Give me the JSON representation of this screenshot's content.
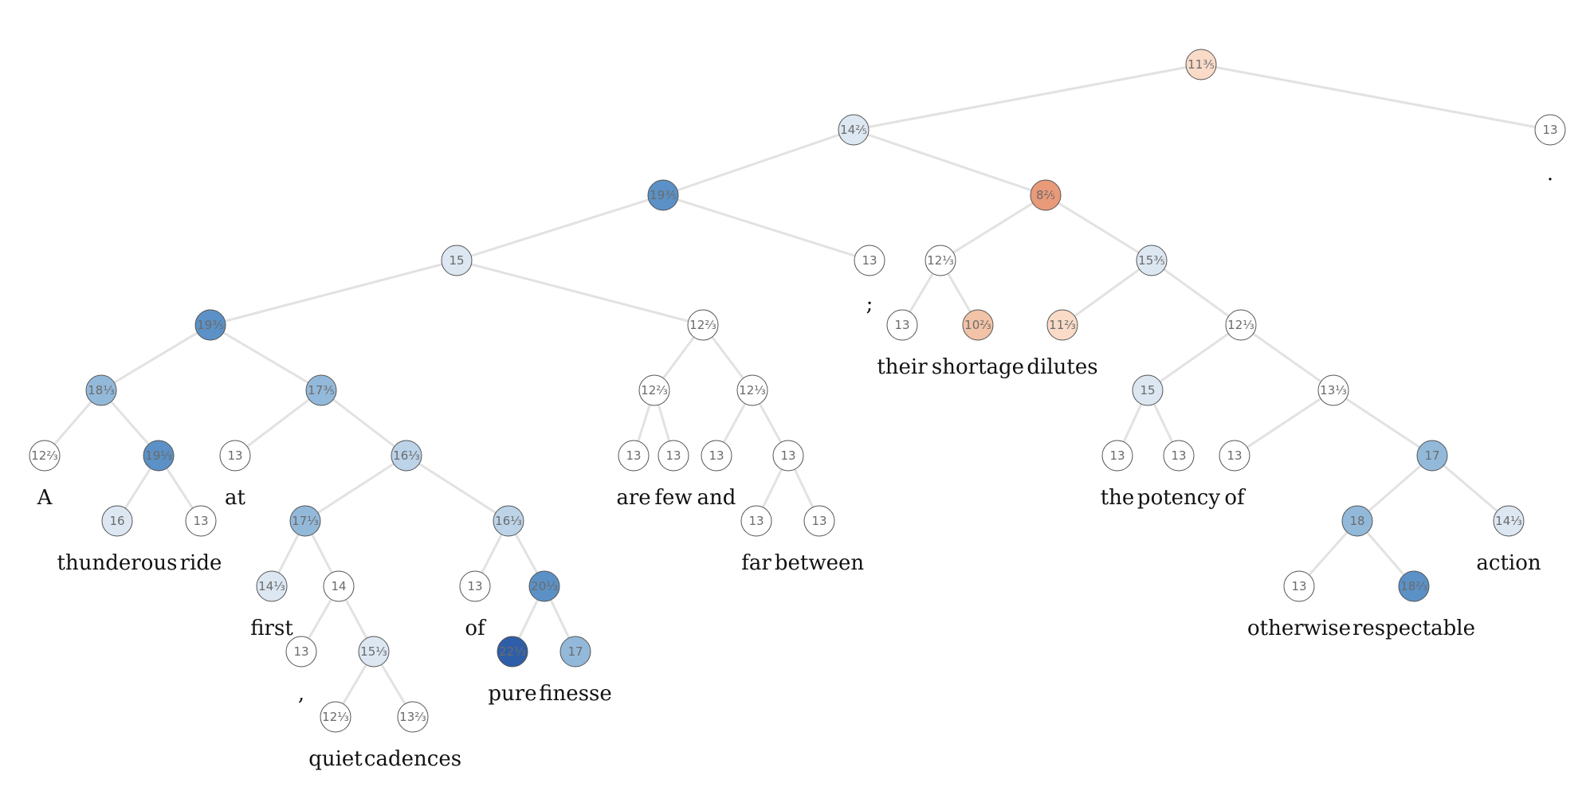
{
  "colors": {
    "neutral": "#ffffff",
    "pos_1": "#dce7f2",
    "pos_2": "#bcd3e8",
    "pos_3": "#93b9da",
    "pos_4": "#5b91c6",
    "pos_5": "#2e5ea8",
    "neg_1": "#f9dbc8",
    "neg_2": "#f2c3a7",
    "neg_3": "#e99a78",
    "edge": "#e2e2e2"
  },
  "nodes": {
    "root": {
      "value": "11⅗",
      "sentiment": "neg_1"
    },
    "n1": {
      "value": "14⅖",
      "sentiment": "pos_1"
    },
    "n2": {
      "value": "13",
      "sentiment": "neutral"
    },
    "n3": {
      "value": "19⅗",
      "sentiment": "pos_4"
    },
    "n4": {
      "value": "8⅖",
      "sentiment": "neg_3"
    },
    "n5": {
      "value": "15",
      "sentiment": "pos_1"
    },
    "n6": {
      "value": "13",
      "sentiment": "neutral"
    },
    "n7": {
      "value": "12⅓",
      "sentiment": "neutral"
    },
    "n8": {
      "value": "15⅗",
      "sentiment": "pos_1"
    },
    "n9": {
      "value": "19⅗",
      "sentiment": "pos_4"
    },
    "n10": {
      "value": "12⅔",
      "sentiment": "neutral"
    },
    "n11": {
      "value": "13",
      "sentiment": "neutral"
    },
    "n12": {
      "value": "10⅔",
      "sentiment": "neg_2"
    },
    "n13": {
      "value": "11⅔",
      "sentiment": "neg_1"
    },
    "n14": {
      "value": "12⅓",
      "sentiment": "neutral"
    },
    "n15": {
      "value": "18⅓",
      "sentiment": "pos_3"
    },
    "n16": {
      "value": "17⅗",
      "sentiment": "pos_3"
    },
    "n17": {
      "value": "12⅔",
      "sentiment": "neutral"
    },
    "n18": {
      "value": "12⅓",
      "sentiment": "neutral"
    },
    "n19": {
      "value": "15",
      "sentiment": "pos_1"
    },
    "n20": {
      "value": "13⅓",
      "sentiment": "neutral"
    },
    "n21": {
      "value": "12⅔",
      "sentiment": "neutral"
    },
    "n22": {
      "value": "19⅓",
      "sentiment": "pos_4"
    },
    "n23": {
      "value": "13",
      "sentiment": "neutral"
    },
    "n24": {
      "value": "16⅓",
      "sentiment": "pos_2"
    },
    "n25": {
      "value": "13",
      "sentiment": "neutral"
    },
    "n26": {
      "value": "13",
      "sentiment": "neutral"
    },
    "n27": {
      "value": "13",
      "sentiment": "neutral"
    },
    "n28": {
      "value": "13",
      "sentiment": "neutral"
    },
    "n29": {
      "value": "13",
      "sentiment": "neutral"
    },
    "n30": {
      "value": "13",
      "sentiment": "neutral"
    },
    "n31": {
      "value": "13",
      "sentiment": "neutral"
    },
    "n32": {
      "value": "17",
      "sentiment": "pos_3"
    },
    "n33": {
      "value": "16",
      "sentiment": "pos_1"
    },
    "n34": {
      "value": "13",
      "sentiment": "neutral"
    },
    "n35": {
      "value": "17⅓",
      "sentiment": "pos_3"
    },
    "n36": {
      "value": "16⅓",
      "sentiment": "pos_2"
    },
    "n37": {
      "value": "13",
      "sentiment": "neutral"
    },
    "n38": {
      "value": "13",
      "sentiment": "neutral"
    },
    "n39": {
      "value": "18",
      "sentiment": "pos_3"
    },
    "n40": {
      "value": "14⅓",
      "sentiment": "pos_1"
    },
    "n41": {
      "value": "14⅓",
      "sentiment": "pos_1"
    },
    "n42": {
      "value": "14",
      "sentiment": "neutral"
    },
    "n43": {
      "value": "13",
      "sentiment": "neutral"
    },
    "n44": {
      "value": "20⅓",
      "sentiment": "pos_4"
    },
    "n45": {
      "value": "13",
      "sentiment": "neutral"
    },
    "n46": {
      "value": "18⅔",
      "sentiment": "pos_4"
    },
    "n47": {
      "value": "13",
      "sentiment": "neutral"
    },
    "n48": {
      "value": "15⅓",
      "sentiment": "pos_1"
    },
    "n49": {
      "value": "22⅓",
      "sentiment": "pos_5"
    },
    "n50": {
      "value": "17",
      "sentiment": "pos_3"
    },
    "n51": {
      "value": "12⅓",
      "sentiment": "neutral"
    },
    "n52": {
      "value": "13⅔",
      "sentiment": "neutral"
    }
  },
  "words": {
    "w_period": ".",
    "w_semicolon": ";",
    "w_their": "their",
    "w_shortage": "shortage",
    "w_dilutes": "dilutes",
    "w_A": "A",
    "w_at": "at",
    "w_are": "are",
    "w_few": "few",
    "w_and": "and",
    "w_the": "the",
    "w_potency": "potency",
    "w_of1": "of",
    "w_thunderous": "thunderous",
    "w_ride": "ride",
    "w_far": "far",
    "w_between": "between",
    "w_action": "action",
    "w_first": "first",
    "w_of2": "of",
    "w_otherwise": "otherwise",
    "w_respectable": "respectable",
    "w_comma": ",",
    "w_pure": "pure",
    "w_finesse": "finesse",
    "w_quiet": "quiet",
    "w_cadences": "cadences"
  }
}
